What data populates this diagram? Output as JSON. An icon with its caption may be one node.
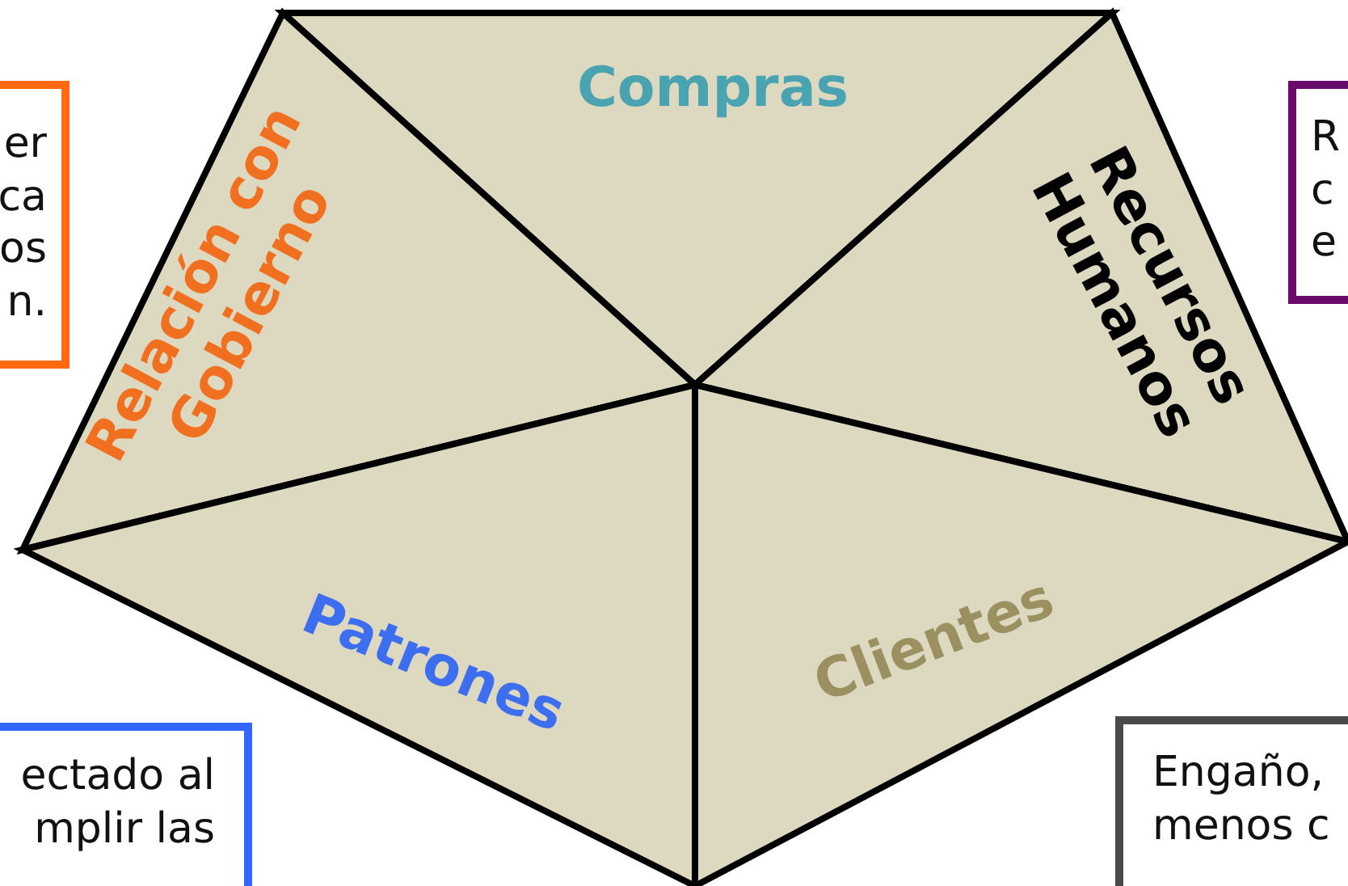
{
  "diagram": {
    "nodes": [
      {
        "text": [
          "Compras"
        ]
      },
      {
        "text": [
          "Relación con Gobierno"
        ]
      },
      {
        "text": [
          "Recursos Humanos"
        ]
      },
      {
        "text": [
          "Patrones"
        ]
      },
      {
        "text": [
          "Clientes"
        ]
      },
      {
        "text": [
          "er ca os n."
        ]
      },
      {
        "text": [
          "R c e"
        ]
      },
      {
        "text": [
          "ectado al mplir las"
        ]
      },
      {
        "text": [
          "Engaño, menos c"
        ]
      }
    ],
    "edges": []
  }
}
